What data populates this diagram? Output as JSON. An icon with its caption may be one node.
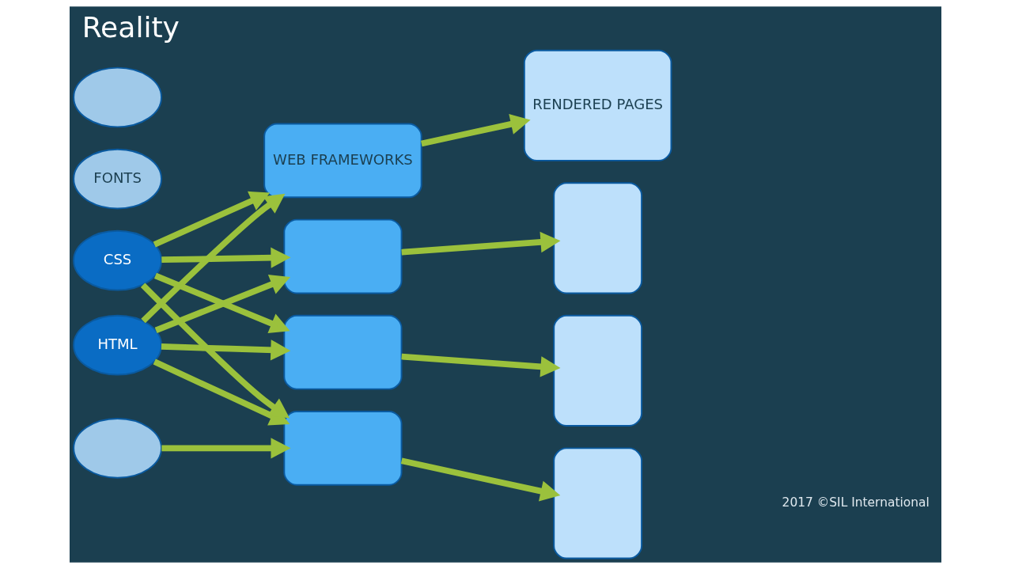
{
  "diagram": {
    "title": "Reality",
    "nodes": [
      {
        "text": [
          "HTML"
        ]
      },
      {
        "text": [
          "CSS"
        ]
      },
      {
        "text": [
          "FONTS"
        ]
      },
      {
        "text": [],
        "shape": "circle"
      },
      {
        "text": [],
        "shape": "circle"
      },
      {
        "text": [
          "WEB FRAMEWORKS"
        ]
      },
      {
        "text": [],
        "shape": "box"
      },
      {
        "text": [],
        "shape": "box"
      },
      {
        "text": [],
        "shape": "box"
      },
      {
        "text": [
          "RENDERED PAGES"
        ]
      },
      {
        "text": [],
        "shape": "box"
      },
      {
        "text": [],
        "shape": "box"
      },
      {
        "text": [],
        "shape": "box"
      }
    ],
    "edges": [
      {
        "from": 0,
        "to": 5,
        "arrow": "to"
      },
      {
        "from": 0,
        "to": 6,
        "arrow": "to"
      },
      {
        "from": 0,
        "to": 7,
        "arrow": "to"
      },
      {
        "from": 0,
        "to": 8,
        "arrow": "to"
      },
      {
        "from": 1,
        "to": 5,
        "arrow": "to"
      },
      {
        "from": 1,
        "to": 6,
        "arrow": "to"
      },
      {
        "from": 1,
        "to": 7,
        "arrow": "to"
      },
      {
        "from": 1,
        "to": 8,
        "arrow": "to"
      },
      {
        "from": 4,
        "to": 8,
        "arrow": "to"
      },
      {
        "from": 5,
        "to": 9,
        "arrow": "to"
      },
      {
        "from": 6,
        "to": 10,
        "arrow": "to"
      },
      {
        "from": 7,
        "to": 11,
        "arrow": "to"
      },
      {
        "from": 8,
        "to": 12,
        "arrow": "to"
      }
    ],
    "labels": [
      "2017 ©SIL International"
    ]
  }
}
